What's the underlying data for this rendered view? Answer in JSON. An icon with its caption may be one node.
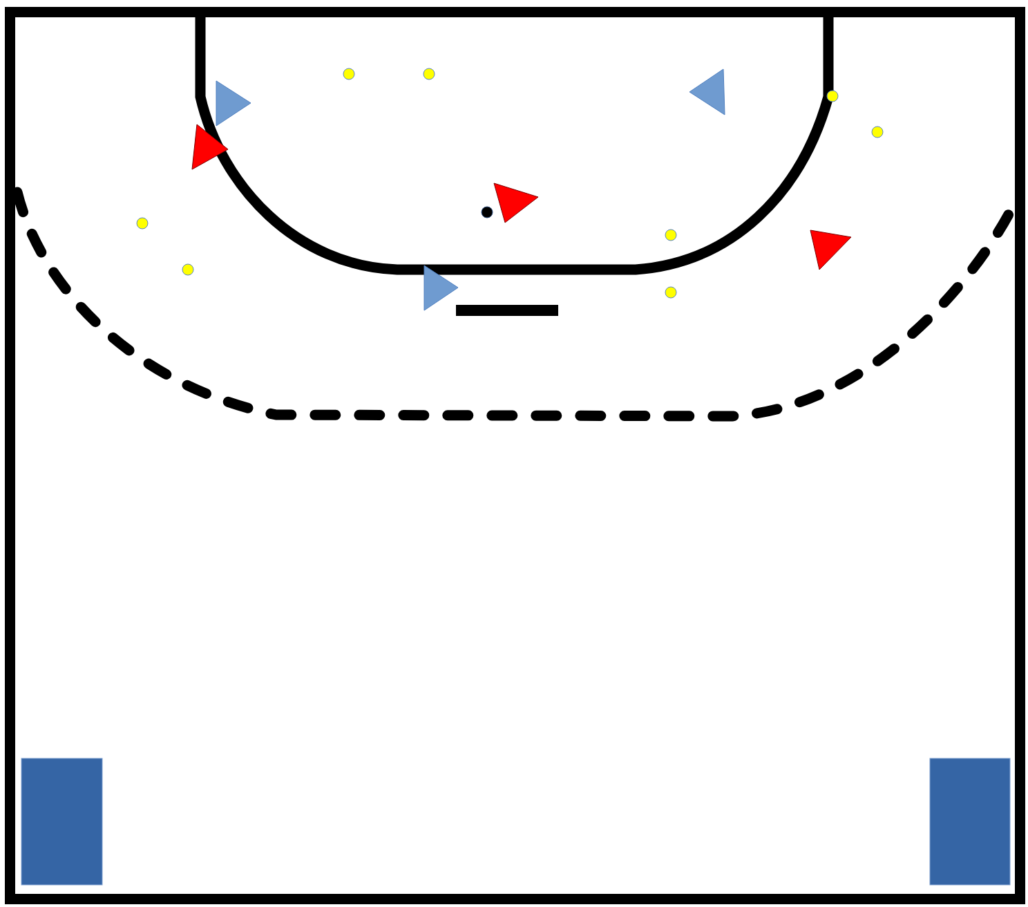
{
  "diagram": {
    "nodes": [
      {
        "text": [],
        "shape": "triangle"
      },
      {
        "text": [],
        "shape": "circle"
      },
      {
        "text": [],
        "shape": "circle"
      },
      {
        "text": [],
        "shape": "triangle"
      },
      {
        "text": [],
        "shape": "circle"
      },
      {
        "text": [],
        "shape": "triangle"
      },
      {
        "text": [],
        "shape": "circle"
      },
      {
        "text": [],
        "shape": "circle"
      },
      {
        "text": [],
        "shape": "circle"
      },
      {
        "text": [],
        "shape": "triangle"
      },
      {
        "text": [],
        "shape": "circle"
      },
      {
        "text": [],
        "shape": "triangle"
      },
      {
        "text": [],
        "shape": "circle"
      },
      {
        "text": [],
        "shape": "triangle"
      },
      {
        "text": [],
        "shape": "circle"
      },
      {
        "text": [],
        "shape": "box"
      },
      {
        "text": [],
        "shape": "box"
      }
    ]
  }
}
